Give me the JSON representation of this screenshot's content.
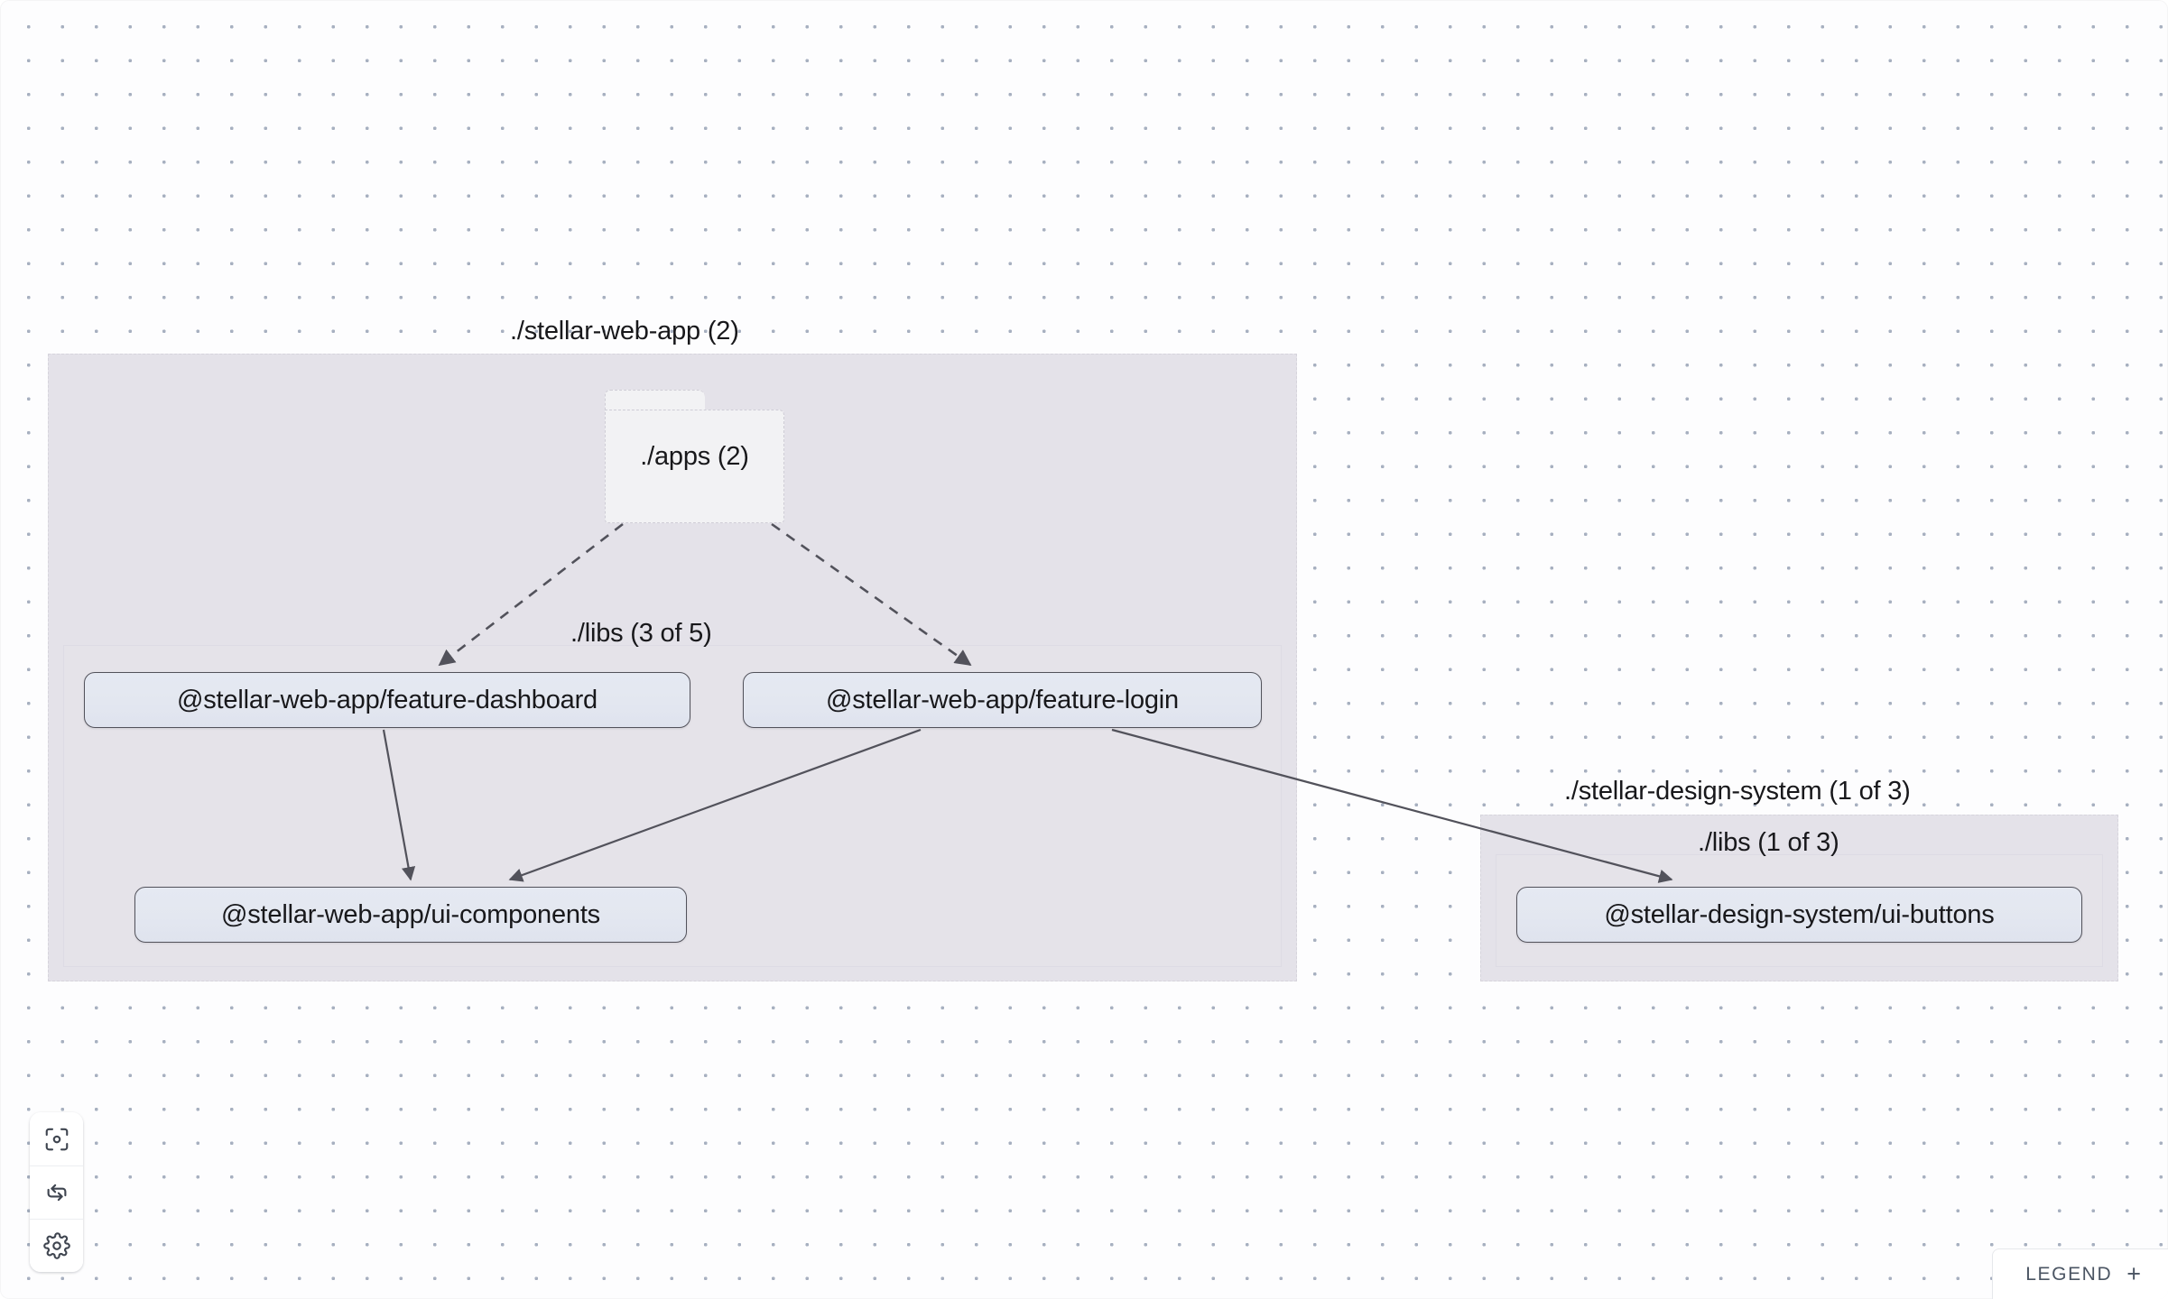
{
  "canvas": {
    "background_color": "#fdfdfe",
    "dot_color": "#a7b0c0"
  },
  "graph": {
    "projects": [
      {
        "id": "stellar-web-app",
        "label": "./stellar-web-app (2)",
        "subgroups": [
          {
            "id": "web-app-libs",
            "label": "./libs (3 of 5)"
          }
        ],
        "folders": [
          {
            "id": "apps",
            "label": "./apps (2)"
          }
        ],
        "nodes": [
          {
            "id": "feature-dashboard",
            "label": "@stellar-web-app/feature-dashboard"
          },
          {
            "id": "feature-login",
            "label": "@stellar-web-app/feature-login"
          },
          {
            "id": "ui-components",
            "label": "@stellar-web-app/ui-components"
          }
        ]
      },
      {
        "id": "stellar-design-system",
        "label": "./stellar-design-system (1 of 3)",
        "subgroups": [
          {
            "id": "design-system-libs",
            "label": "./libs (1 of 3)"
          }
        ],
        "folders": [],
        "nodes": [
          {
            "id": "ui-buttons",
            "label": "@stellar-design-system/ui-buttons"
          }
        ]
      }
    ],
    "edges": [
      {
        "from": "apps",
        "to": "feature-dashboard",
        "style": "dashed"
      },
      {
        "from": "apps",
        "to": "feature-login",
        "style": "dashed"
      },
      {
        "from": "feature-dashboard",
        "to": "ui-components",
        "style": "solid"
      },
      {
        "from": "feature-login",
        "to": "ui-components",
        "style": "solid"
      },
      {
        "from": "feature-login",
        "to": "ui-buttons",
        "style": "solid"
      }
    ],
    "edge_color": "#52525b"
  },
  "controls": {
    "buttons": [
      {
        "id": "focus",
        "icon": "focus-target-icon",
        "title": "Focus graph"
      },
      {
        "id": "refresh",
        "icon": "refresh-cycle-icon",
        "title": "Refresh"
      },
      {
        "id": "settings",
        "icon": "gear-icon",
        "title": "Settings"
      }
    ]
  },
  "legend": {
    "label": "LEGEND",
    "expand_symbol": "+"
  }
}
